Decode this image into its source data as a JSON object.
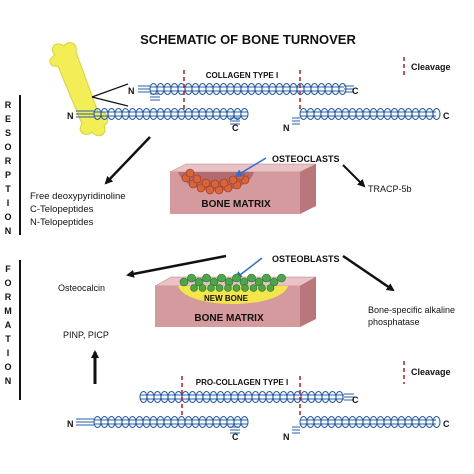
{
  "title": "SCHEMATIC OF BONE TURNOVER",
  "sidebar": {
    "resorption": [
      "R",
      "E",
      "S",
      "O",
      "R",
      "P",
      "T",
      "I",
      "O",
      "N"
    ],
    "formation": [
      "F",
      "O",
      "R",
      "M",
      "A",
      "T",
      "I",
      "O",
      "N"
    ]
  },
  "collagen": {
    "label": "COLLAGEN TYPE I",
    "cleavage": "Cleavage",
    "n1": "N",
    "n2": "N",
    "n3": "N",
    "c1": "C",
    "c2": "C",
    "c3": "C"
  },
  "resorption": {
    "cells": "OSTEOCLASTS",
    "matrix": "BONE MATRIX",
    "markers": [
      "Free deoxypyridinoline",
      "C-Telopeptides",
      "N-Telopeptides"
    ],
    "enzyme": "TRACP-5b"
  },
  "formation": {
    "cells": "OSTEOBLASTS",
    "new_bone": "NEW BONE",
    "matrix": "BONE MATRIX",
    "osteocalcin": "Osteocalcin",
    "alp": [
      "Bone-specific alkaline",
      "phosphatase"
    ],
    "propeptides": "PINP, PICP"
  },
  "procollagen": {
    "label": "PRO-COLLAGEN TYPE I",
    "cleavage": "Cleavage",
    "n1": "N",
    "n2": "N",
    "c1": "C",
    "c2": "C",
    "c3": "C"
  },
  "colors": {
    "helix": "#2a5fa8",
    "cleavage": "#c0282d",
    "bone_top": "#e8c2c4",
    "bone_side": "#c98a8e",
    "osteoclast": "#d9643a",
    "osteoblast": "#4aa84a",
    "new_bone": "#f2e64a",
    "bone_icon": "#f3ee55"
  }
}
